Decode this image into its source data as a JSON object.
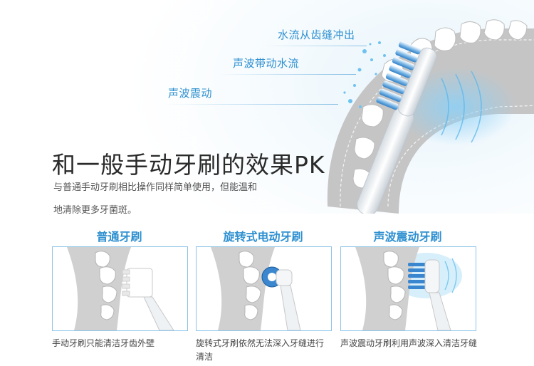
{
  "hero": {
    "callouts": [
      "水流从齿缝冲出",
      "声波带动水流",
      "声波震动"
    ],
    "headline": "和一般手动牙刷的效果PK",
    "subtext_lines": [
      "与普通手动牙刷相比操作同样简单使用，但能温和",
      "地清除更多牙菌斑。"
    ]
  },
  "comparison": [
    {
      "title": "普通牙刷",
      "caption": "手动牙刷只能清洁牙齿外壁",
      "icon": "manual-toothbrush"
    },
    {
      "title": "旋转式电动牙刷",
      "caption": "旋转式牙刷依然无法深入牙缝进行清洁",
      "icon": "rotary-toothbrush"
    },
    {
      "title": "声波震动牙刷",
      "caption": "声波震动牙刷利用声波深入清洁牙缝",
      "icon": "sonic-toothbrush"
    }
  ],
  "colors": {
    "accent": "#2d8fd0",
    "card_border": "#8cc4e8",
    "gum": "#c9c9c9"
  }
}
